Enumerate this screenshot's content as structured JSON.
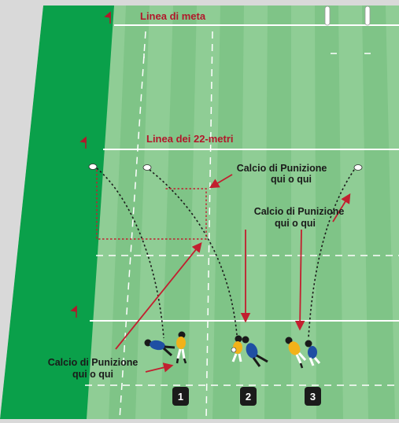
{
  "labels": {
    "try_line": "Linea di meta",
    "line_22": "Linea dei 22-metri",
    "penalty_top_line1": "Calcio di Punizione",
    "penalty_top_line2": "qui o qui",
    "penalty_mid_line1": "Calcio di Punizione",
    "penalty_mid_line2": "qui o qui",
    "penalty_bottom_line1": "Calcio di Punizione",
    "penalty_bottom_line2": "qui o qui"
  },
  "scenarios": [
    "1",
    "2",
    "3"
  ],
  "colors": {
    "background": "#d9d9d9",
    "field_dark": "#78c083",
    "field_light": "#8fcc95",
    "in_goal": "#0aa04a",
    "line": "#ffffff",
    "label_red": "#b2182b",
    "arrow_red": "#c21f2f",
    "player_yellow": "#f2b21a",
    "player_blue": "#1f4fa3",
    "badge": "#1b1b1b"
  }
}
